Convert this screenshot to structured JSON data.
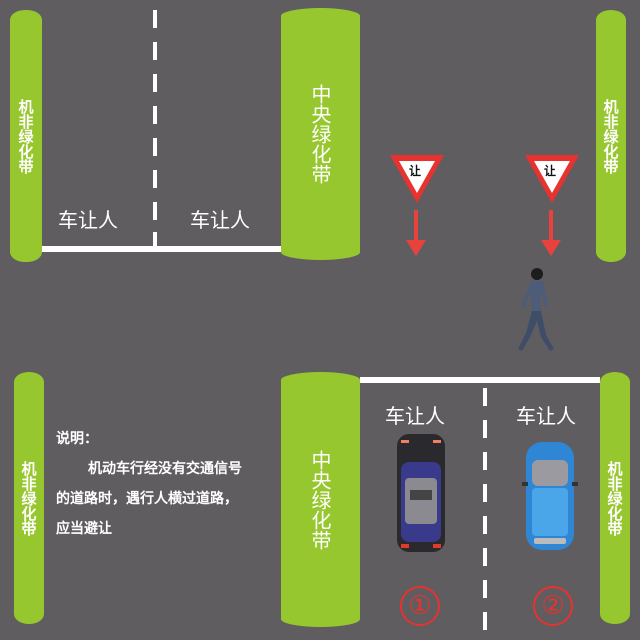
{
  "colors": {
    "road": "#5f5d60",
    "greenbelt": "#97c72f",
    "marking": "#ffffff",
    "sign_red": "#e8322f",
    "car1_body": "#3a3a8c",
    "car2_body": "#2e86d4"
  },
  "top": {
    "left_strip": "机非绿化带",
    "median": "中央绿化带",
    "right_strip": "机非绿化带",
    "lane_labels": [
      "车让人",
      "车让人"
    ],
    "signs": [
      {
        "glyph": "让"
      },
      {
        "glyph": "让"
      }
    ]
  },
  "pedestrian": {
    "label": "pedestrian-walking"
  },
  "bottom": {
    "left_strip": "机非绿化带",
    "median": "中央绿化带",
    "right_strip": "机非绿化带",
    "lane_labels": [
      "车让人",
      "车让人"
    ],
    "note": {
      "title": "说明：",
      "lines": [
        "机动车行经没有交通信号",
        "的道路时，遇行人横过道路，",
        "应当避让"
      ]
    },
    "lane_numbers": [
      "①",
      "②"
    ]
  }
}
